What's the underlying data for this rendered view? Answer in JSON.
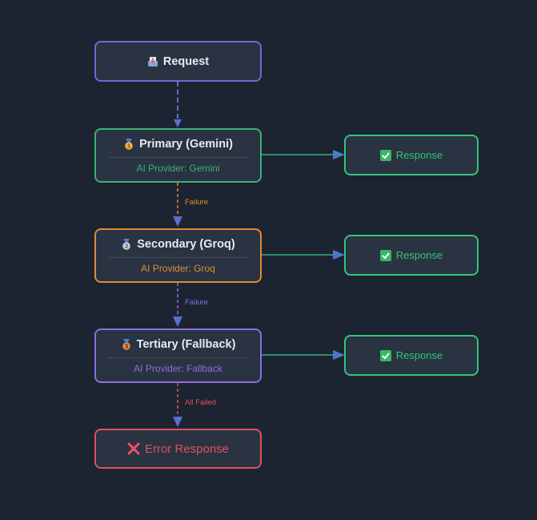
{
  "colors": {
    "background": "#1b2430",
    "node_fill": "#293341",
    "request": "#6c6ad8",
    "primary": "#3bb273",
    "secondary": "#e08a35",
    "tertiary": "#8d6ee0",
    "response": "#34c47a",
    "error": "#e0505e",
    "edge_main": "#5a6fd0"
  },
  "nodes": {
    "request": {
      "title": "Request",
      "icon": "inbox-tray-icon"
    },
    "primary": {
      "title": "Primary (Gemini)",
      "subtitle": "AI Provider: Gemini",
      "icon": "gold-medal-icon"
    },
    "secondary": {
      "title": "Secondary (Groq)",
      "subtitle": "AI Provider: Groq",
      "icon": "silver-medal-icon"
    },
    "tertiary": {
      "title": "Tertiary (Fallback)",
      "subtitle": "AI Provider: Fallback",
      "icon": "bronze-medal-icon"
    },
    "error": {
      "title": "Error Response",
      "icon": "cross-mark-icon"
    },
    "responses": [
      {
        "title": "Response",
        "icon": "check-mark-icon"
      },
      {
        "title": "Response",
        "icon": "check-mark-icon"
      },
      {
        "title": "Response",
        "icon": "check-mark-icon"
      }
    ]
  },
  "edge_labels": {
    "primary_to_secondary": "Failure",
    "secondary_to_tertiary": "Failure",
    "tertiary_to_error": "All Failed"
  }
}
